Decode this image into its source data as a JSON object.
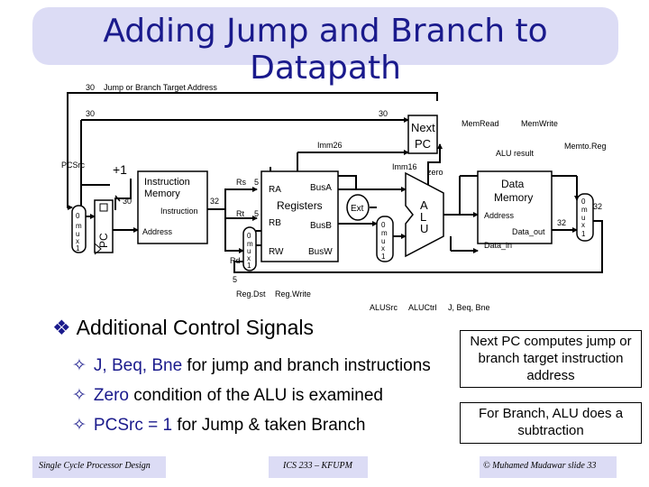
{
  "title": "Adding Jump and Branch to Datapath",
  "labels": {
    "target_width": "30",
    "target_label": "Jump or Branch Target Address",
    "w30_left": "30",
    "w30_right": "30",
    "w30_mid": "30",
    "w32": "32",
    "w32b": "32",
    "w32c": "32",
    "imm26": "Imm26",
    "imm16": "Imm16",
    "pcsrc": "PCSrc",
    "plus1": "+1",
    "next_pc_1": "Next",
    "next_pc_2": "PC",
    "mem_read": "MemRead",
    "mem_write": "MemWrite",
    "alu_result": "ALU result",
    "memto_reg": "Memto.Reg",
    "zero": "zero",
    "im_1": "Instruction",
    "im_2": "Memory",
    "im_out": "Instruction",
    "im_addr": "Address",
    "rs": "Rs",
    "rt": "Rt",
    "rd": "Rd",
    "w5a": "5",
    "w5b": "5",
    "w5c": "5",
    "ra": "RA",
    "rb": "RB",
    "rw": "RW",
    "bus_a": "BusA",
    "bus_b": "BusB",
    "bus_w": "BusW",
    "registers": "Registers",
    "ext": "Ext",
    "alu_a": "A",
    "alu_l": "L",
    "alu_u": "U",
    "dm_1": "Data",
    "dm_2": "Memory",
    "dm_addr": "Address",
    "data_out": "Data_out",
    "data_in": "Data_in",
    "pc": "PC",
    "reg_dst": "Reg.Dst",
    "reg_write": "Reg.Write",
    "alu_src": "ALUSrc",
    "alu_ctrl": "ALUCtrl",
    "jbb": "J, Beq, Bne",
    "mux0": "0",
    "mux1": "1",
    "mux_m": "m",
    "mux_u": "u",
    "mux_x": "x"
  },
  "bullets": {
    "main": "Additional Control Signals",
    "item1_hl": "J, Beq, Bne",
    "item1_rest": " for jump and branch instructions",
    "item2_hl": "Zero",
    "item2_rest": " condition of the ALU is examined",
    "item3_hl": "PCSrc = 1",
    "item3_rest": " for Jump & taken Branch"
  },
  "notes": {
    "next_pc": "Next PC computes jump or branch target instruction address",
    "branch": "For Branch, ALU does a subtraction"
  },
  "footer": {
    "left": "Single Cycle Processor Design",
    "center": "ICS 233 – KFUPM",
    "right": "© Muhamed Mudawar  slide 33"
  }
}
